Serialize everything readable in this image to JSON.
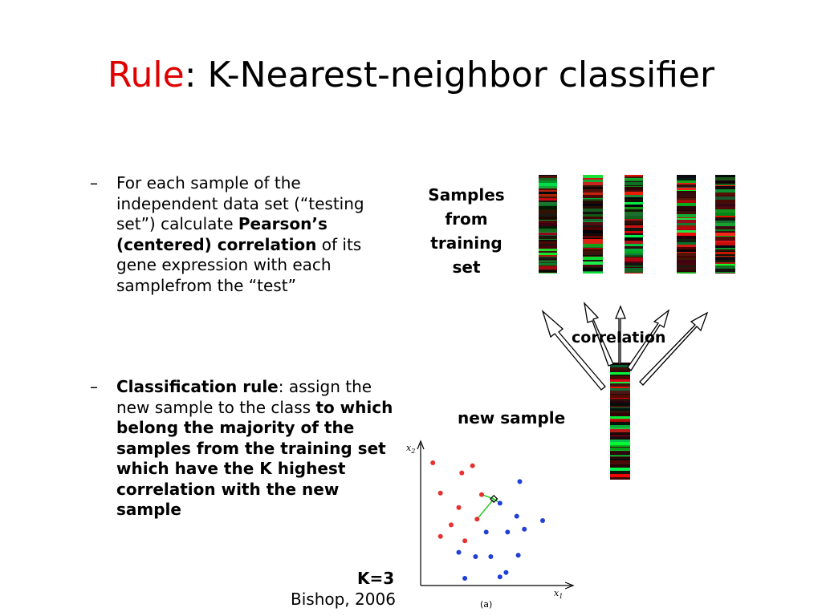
{
  "title": {
    "accent": "Rule",
    "rest": ": K-Nearest-neighbor classifier"
  },
  "bullets": [
    {
      "dash": "–",
      "p1": "For each sample of the independent data set (“testing set”) calculate ",
      "bold": "Pearson’s (centered) correlation",
      "p2": " of its gene expression with each samplefrom the “test”"
    },
    {
      "dash": "–",
      "bold1": "Classification rule",
      "p1": ": assign the new sample to the class ",
      "bold2": "to which belong the majority of the samples from the training set which have the K highest correlation with the new sample"
    }
  ],
  "labels": {
    "samples_l1": "Samples",
    "samples_l2": "from",
    "samples_l3": "training",
    "samples_l4": "set",
    "correlation": "correlation",
    "new_sample": "new sample",
    "k": "K=3",
    "citation": "Bishop, 2006"
  },
  "plot": {
    "x_label": "x",
    "x_sub": "1",
    "y_label": "x",
    "y_sub": "2",
    "caption": "(a)"
  },
  "colors": {
    "accent": "#e00000",
    "red_class": "#e83030",
    "blue_class": "#1f3fd8",
    "link": "#22cc22"
  },
  "chart_data": {
    "type": "scatter",
    "xlabel": "x1",
    "ylabel": "x2",
    "series": [
      {
        "class": "red",
        "points": [
          [
            0.08,
            0.85
          ],
          [
            0.27,
            0.78
          ],
          [
            0.34,
            0.83
          ],
          [
            0.13,
            0.64
          ],
          [
            0.25,
            0.54
          ],
          [
            0.4,
            0.63
          ],
          [
            0.37,
            0.46
          ],
          [
            0.13,
            0.34
          ],
          [
            0.29,
            0.31
          ],
          [
            0.2,
            0.42
          ]
        ]
      },
      {
        "class": "blue",
        "points": [
          [
            0.65,
            0.72
          ],
          [
            0.52,
            0.57
          ],
          [
            0.63,
            0.48
          ],
          [
            0.8,
            0.45
          ],
          [
            0.43,
            0.37
          ],
          [
            0.68,
            0.39
          ],
          [
            0.57,
            0.37
          ],
          [
            0.25,
            0.23
          ],
          [
            0.36,
            0.2
          ],
          [
            0.46,
            0.2
          ],
          [
            0.64,
            0.21
          ],
          [
            0.29,
            0.05
          ],
          [
            0.52,
            0.06
          ],
          [
            0.56,
            0.09
          ]
        ]
      }
    ],
    "query_point": [
      0.48,
      0.6
    ],
    "neighbor_links": 3
  }
}
